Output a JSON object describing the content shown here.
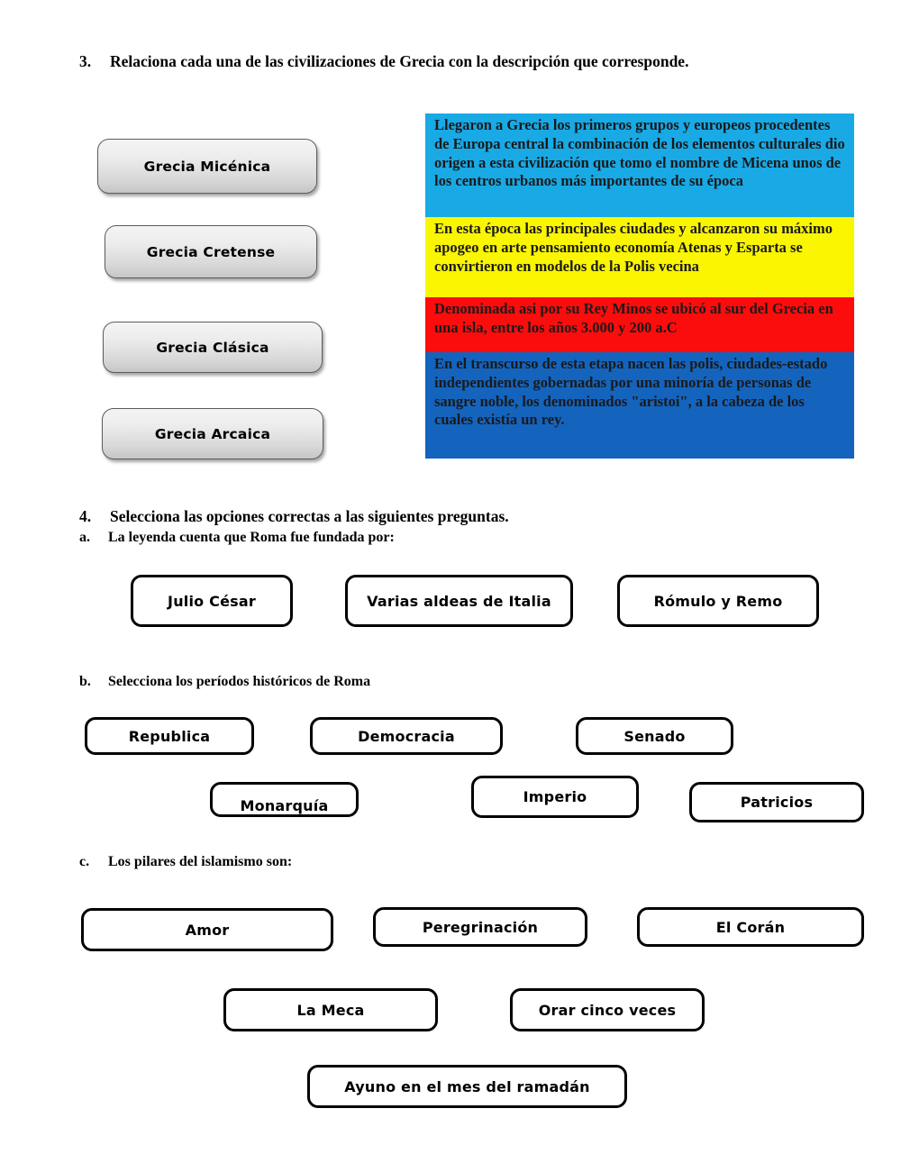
{
  "questions": {
    "q3": {
      "marker": "3.",
      "text": "Relaciona cada una de las  civilizaciones de Grecia con la descripción que corresponde."
    },
    "q4": {
      "marker": "4.",
      "text": "Selecciona las opciones correctas a las siguientes preguntas."
    },
    "qa": {
      "marker": "a.",
      "text": "La leyenda cuenta que Roma fue fundada por:"
    },
    "qb": {
      "marker": "b.",
      "text": "Selecciona los períodos históricos de Roma"
    },
    "qc": {
      "marker": "c.",
      "text": "Los pilares del islamismo son:"
    }
  },
  "civilizations": [
    {
      "label": "Grecia Micénica"
    },
    {
      "label": "Grecia Cretense"
    },
    {
      "label": "Grecia Clásica"
    },
    {
      "label": "Grecia Arcaica"
    }
  ],
  "descriptions": [
    {
      "color": "#19A9E5",
      "text": "Llegaron a Grecia los primeros grupos y europeos procedentes de Europa central la combinación de los elementos culturales dio origen a esta civilización que tomo el nombre  de  Micena unos de los centros urbanos  más importantes de su época"
    },
    {
      "color": "#FAF500",
      "text": "En esta época las principales ciudades y alcanzaron su máximo apogeo en arte pensamiento economía Atenas y Esparta se convirtieron en modelos de la Polis vecina"
    },
    {
      "color": "#FC0D0D",
      "text": "Denominada asi por su Rey Minos  se ubicó al sur del Grecia en una isla,  entre los años 3.000 y 200 a.C"
    },
    {
      "color": "#1464BE",
      "text": "En el transcurso de esta etapa nacen las polis, ciudades-estado independientes gobernadas por una minoría de personas de sangre noble, los denominados \"aristoi\", a la cabeza de los cuales existía un rey."
    }
  ],
  "options_a": [
    {
      "label": "Julio César"
    },
    {
      "label": "Varias aldeas de Italia"
    },
    {
      "label": "Rómulo y Remo"
    }
  ],
  "options_b": [
    {
      "label": "Republica"
    },
    {
      "label": "Democracia"
    },
    {
      "label": "Senado"
    },
    {
      "label": "Monarquía"
    },
    {
      "label": "Imperio"
    },
    {
      "label": "Patricios"
    }
  ],
  "options_c": [
    {
      "label": "Amor"
    },
    {
      "label": "Peregrinación"
    },
    {
      "label": "El Corán"
    },
    {
      "label": "La Meca"
    },
    {
      "label": "Orar cinco veces"
    },
    {
      "label": "Ayuno en el mes del ramadán"
    }
  ]
}
